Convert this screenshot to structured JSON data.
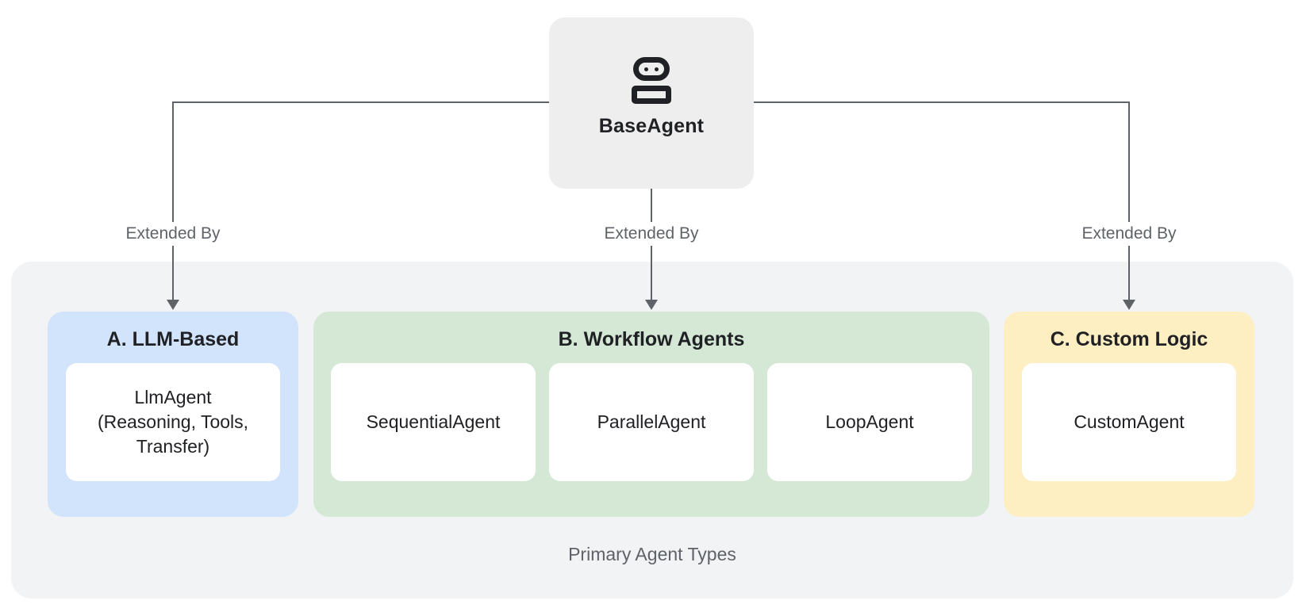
{
  "diagram": {
    "root": {
      "label": "BaseAgent",
      "icon": "robot-icon"
    },
    "edges": [
      {
        "label": "Extended By"
      },
      {
        "label": "Extended By"
      },
      {
        "label": "Extended By"
      }
    ],
    "groups": [
      {
        "title": "A. LLM-Based",
        "color": "#d2e3fc",
        "items": [
          {
            "label": "LlmAgent\n(Reasoning, Tools,\nTransfer)"
          }
        ]
      },
      {
        "title": "B. Workflow Agents",
        "color": "#d5e8d6",
        "items": [
          {
            "label": "SequentialAgent"
          },
          {
            "label": "ParallelAgent"
          },
          {
            "label": "LoopAgent"
          }
        ]
      },
      {
        "title": "C. Custom Logic",
        "color": "#feefc3",
        "items": [
          {
            "label": "CustomAgent"
          }
        ]
      }
    ],
    "caption": "Primary Agent Types",
    "colors": {
      "root_node_bg": "#eeeeee",
      "panel_bg": "#f1f3f4",
      "connector": "#5f6368",
      "text_primary": "#202124",
      "text_secondary": "#5f6368",
      "card_bg": "#ffffff"
    }
  }
}
